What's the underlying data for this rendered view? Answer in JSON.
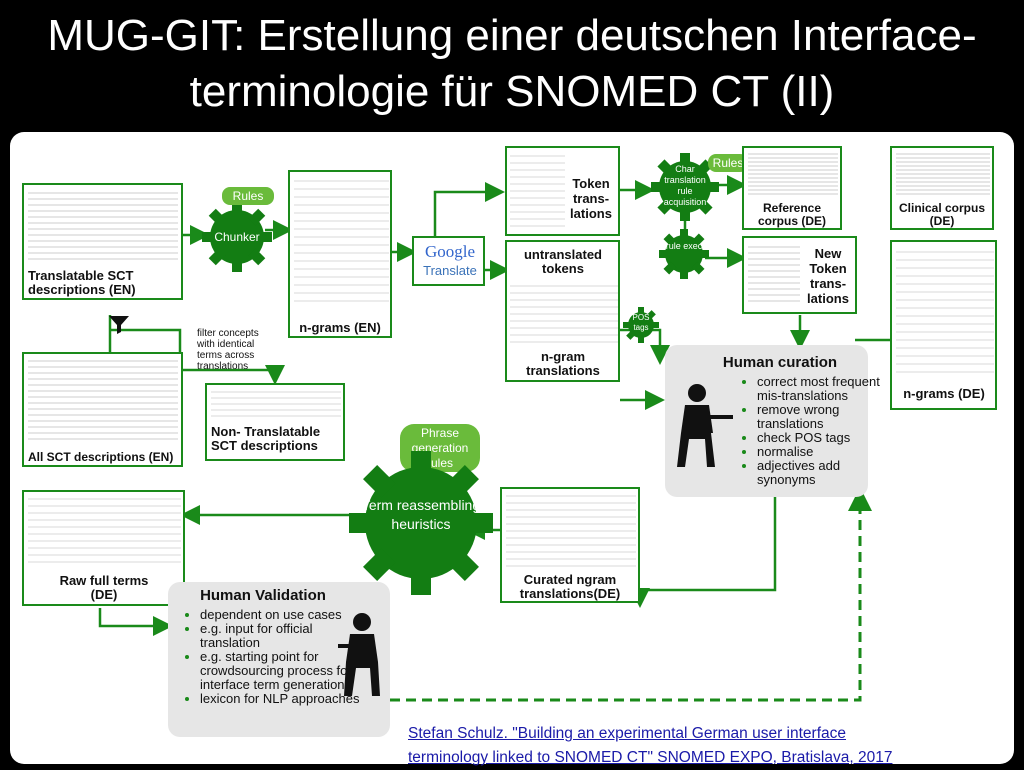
{
  "title": {
    "line1": "MUG-GIT: Erstellung einer deutschen Interface-",
    "line2": "terminologie für SNOMED CT (II)"
  },
  "boxes": {
    "translatable": "Translatable SCT descriptions (EN)",
    "all_sct": "All SCT descriptions (EN)",
    "ngrams_en": "n-grams (EN)",
    "non_translatable": "Non- Translatable SCT descriptions",
    "raw_full_terms": "Raw full terms (DE)",
    "token_translations": "Token trans- lations",
    "untranslated_tokens": "untranslated tokens",
    "ngram_translations": "n-gram translations",
    "curated_ngram": "Curated ngram translations(DE)",
    "reference_corpus": "Reference corpus (DE)",
    "clinical_corpus": "Clinical corpus (DE)",
    "new_token_translations": "New Token trans- lations",
    "ngrams_de": "n-grams (DE)"
  },
  "gears": {
    "chunker": "Chunker",
    "char_rule": "Char translation rule acquisition",
    "rule_exec": "rule exec",
    "pos_tags": "POS tags",
    "term_reassembling": "Term reassembling heuristics"
  },
  "pills": {
    "rules_chunker": "Rules",
    "rules_char": "Rules",
    "phrase_rules": "Phrase generation rules"
  },
  "google": {
    "brand": "Google",
    "product": "Translate"
  },
  "filter_text": "filter concepts with identical terms across translations",
  "human_curation": {
    "title": "Human curation",
    "items": [
      "correct most frequent mis-translations",
      "remove wrong translations",
      "check POS tags",
      "normalise",
      "adjectives add synonyms"
    ]
  },
  "human_validation": {
    "title": "Human Validation",
    "items": [
      "dependent on use cases",
      "e.g. input for official translation",
      "e.g. starting point for crowdsourcing process for interface term generation",
      "lexicon for NLP approaches"
    ]
  },
  "citation": {
    "line1": "Stefan Schulz. \"Building an experimental German user interface",
    "line2": "terminology linked to SNOMED CT\" SNOMED EXPO, Bratislava, 2017"
  },
  "colors": {
    "green": "#1a8a1a",
    "gear": "#137d13",
    "pill": "#6abb3b",
    "gray": "#e6e6e6"
  }
}
